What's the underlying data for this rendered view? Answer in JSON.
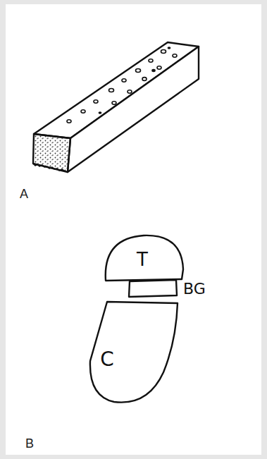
{
  "diagram": {
    "nodes": [
      {
        "text": [
          "T"
        ]
      },
      {
        "text": [
          "BG"
        ]
      },
      {
        "text": [
          "C"
        ]
      }
    ],
    "labels": [
      "A",
      "B"
    ]
  }
}
